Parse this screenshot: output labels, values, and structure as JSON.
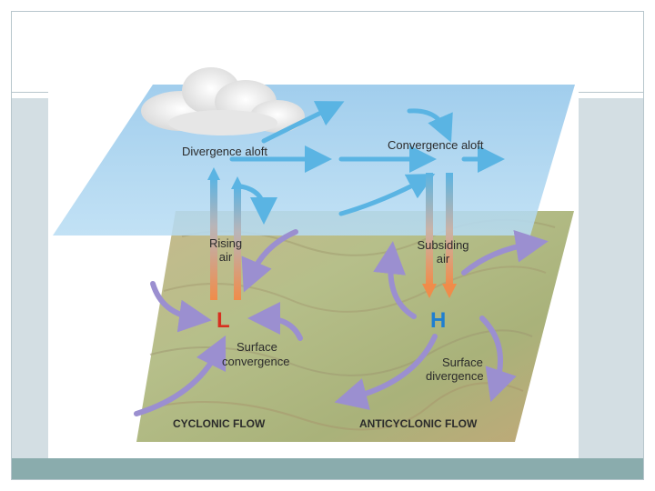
{
  "diagram": {
    "labels": {
      "divergence_aloft": "Divergence aloft",
      "convergence_aloft": "Convergence aloft",
      "rising_air_line1": "Rising",
      "rising_air_line2": "air",
      "subsiding_air_line1": "Subsiding",
      "subsiding_air_line2": "air",
      "low_pressure": "L",
      "high_pressure": "H",
      "surface_convergence_line1": "Surface",
      "surface_convergence_line2": "convergence",
      "surface_divergence_line1": "Surface",
      "surface_divergence_line2": "divergence",
      "cyclonic_flow": "CYCLONIC FLOW",
      "anticyclonic_flow": "ANTICYCLONIC FLOW"
    },
    "colors": {
      "low_label": "#d7301f",
      "high_label": "#1f7fd0",
      "upper_plane": "#a9d3ef",
      "ground": "#b9b98a",
      "aloft_arrow": "#5ab4e3",
      "surface_arrow": "#9b8fd0",
      "rising_air": "#f08c4a",
      "subsiding_air": "#f08c4a",
      "frame_panel": "#d3dee3",
      "footer_bar": "#8aacad"
    }
  }
}
